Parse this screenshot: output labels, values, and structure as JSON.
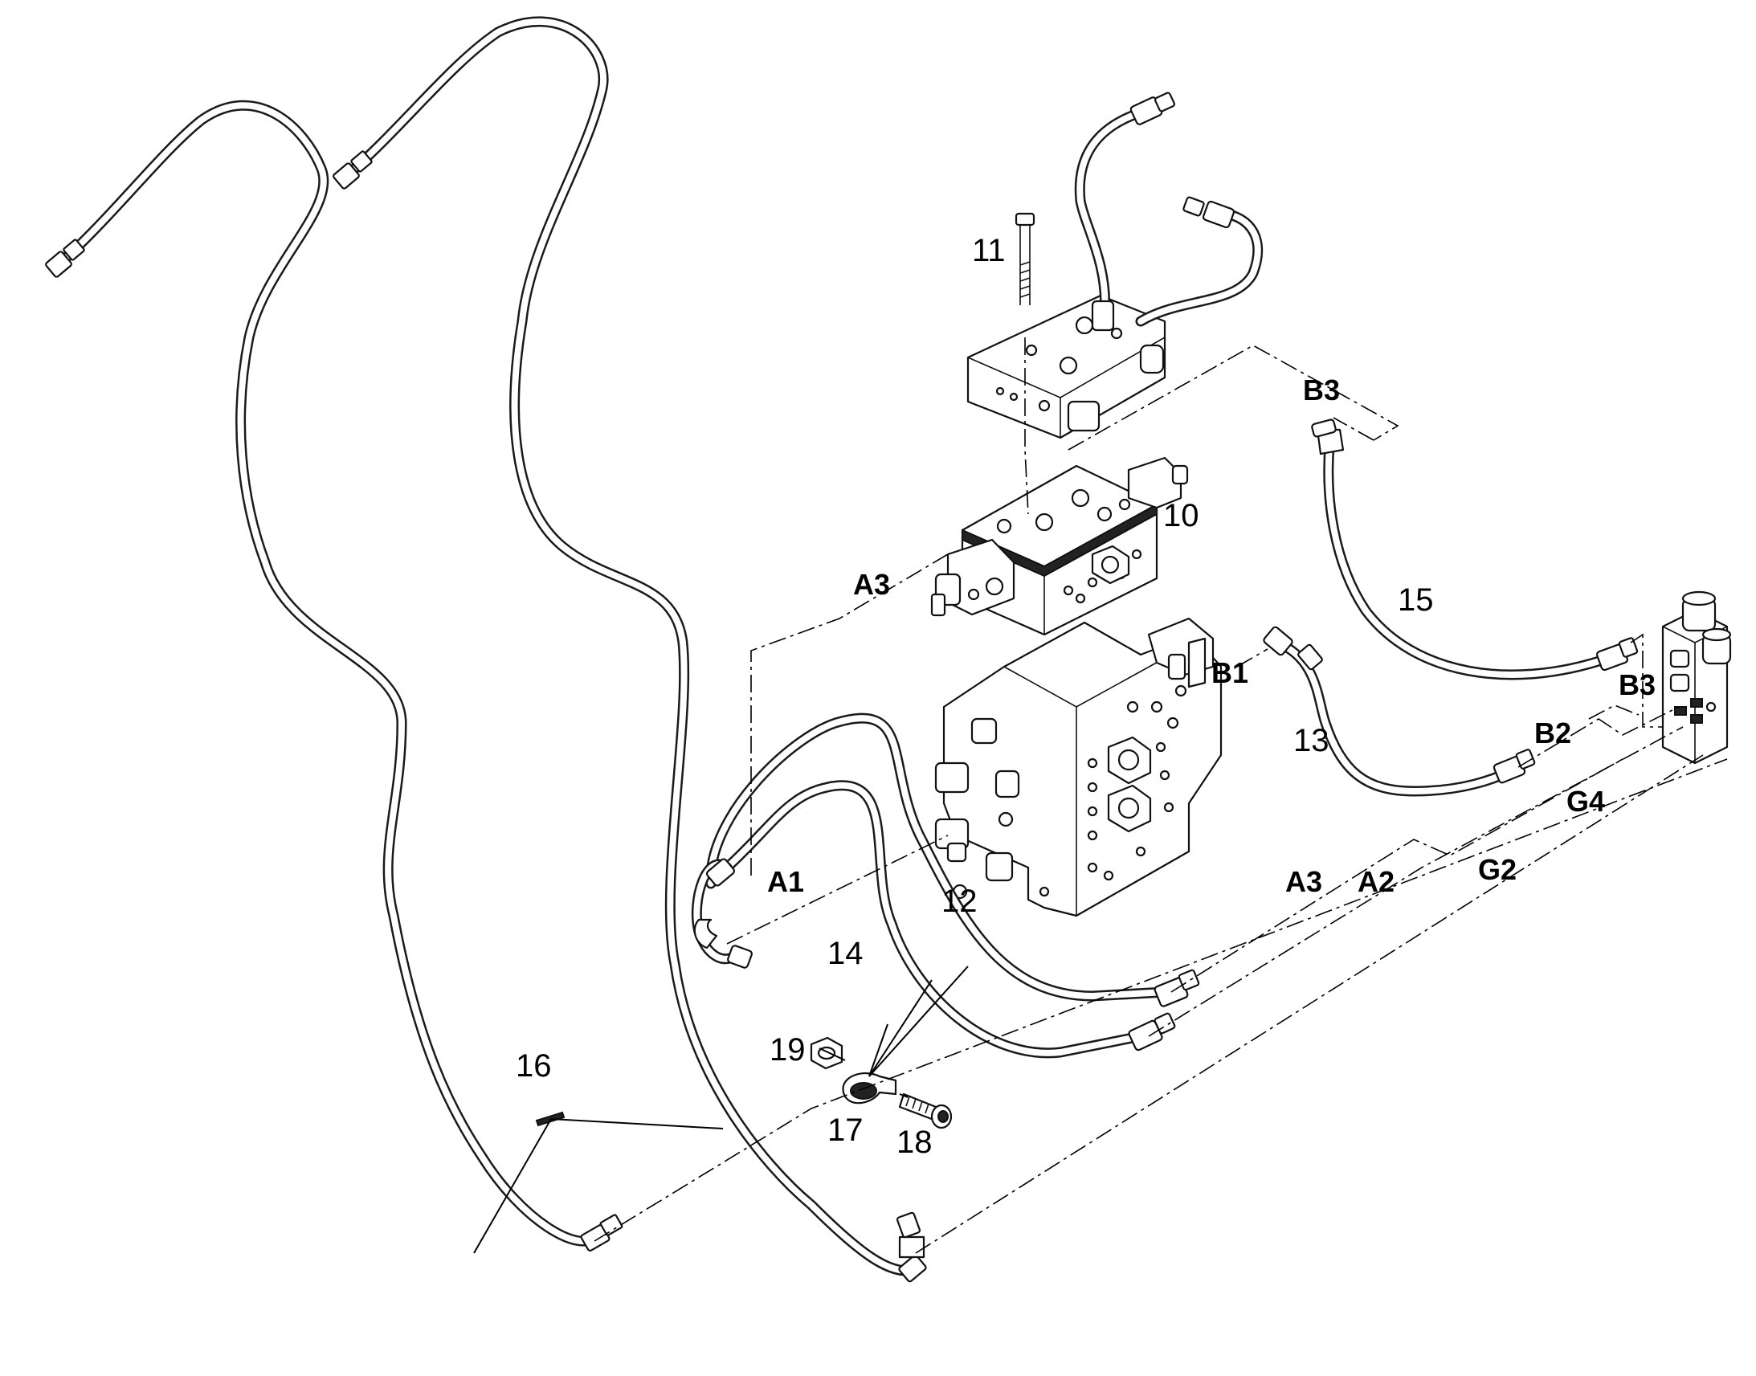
{
  "diagram": {
    "part_numbers": {
      "p10": "10",
      "p11": "11",
      "p12": "12",
      "p13": "13",
      "p14": "14",
      "p15": "15",
      "p16": "16",
      "p17": "17",
      "p18": "18",
      "p19": "19"
    },
    "port_codes": {
      "a1": "A1",
      "a2": "A2",
      "a3_upper": "A3",
      "a3_lower": "A3",
      "b1": "B1",
      "b2": "B2",
      "b3_upper": "B3",
      "b3_lower": "B3",
      "g2": "G2",
      "g4": "G4"
    },
    "style": {
      "line_color": "#000000",
      "background": "#ffffff"
    }
  }
}
